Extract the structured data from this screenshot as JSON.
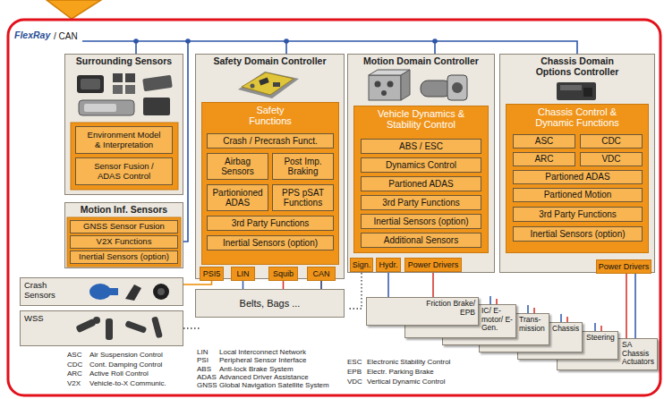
{
  "diagram": {
    "nodes": [
      {
        "text": [
          "Surrounding Sensors"
        ]
      },
      {
        "text": [
          "Environment Model & Interpretation"
        ],
        "in": 0
      },
      {
        "text": [
          "Sensor Fusion / ADAS Control"
        ],
        "in": 0
      },
      {
        "text": [
          "Motion Inf. Sensors"
        ]
      },
      {
        "text": [
          "GNSS Sensor Fusion"
        ],
        "in": 3
      },
      {
        "text": [
          "V2X Functions"
        ],
        "in": 3
      },
      {
        "text": [
          "Inertial Sensors (option)"
        ],
        "in": 3
      },
      {
        "text": [
          "Crash Sensors"
        ]
      },
      {
        "text": [
          "WSS"
        ]
      },
      {
        "text": [
          "Safety Domain Controller"
        ]
      },
      {
        "text": [
          "Safety Functions"
        ],
        "in": 9
      },
      {
        "text": [
          "Crash / Precrash Funct."
        ],
        "in": 10
      },
      {
        "text": [
          "Airbag Sensors"
        ],
        "in": 10
      },
      {
        "text": [
          "Post Imp. Braking"
        ],
        "in": 10
      },
      {
        "text": [
          "Partionioned ADAS"
        ],
        "in": 10
      },
      {
        "text": [
          "PPS pSAT Functions"
        ],
        "in": 10
      },
      {
        "text": [
          "3rd Party Functions"
        ],
        "in": 10
      },
      {
        "text": [
          "Inertial Sensors (option)"
        ],
        "in": 10
      },
      {
        "text": [
          "PSI5"
        ],
        "in": 9
      },
      {
        "text": [
          "LIN"
        ],
        "in": 9
      },
      {
        "text": [
          "Squib"
        ],
        "in": 9
      },
      {
        "text": [
          "CAN"
        ],
        "in": 9
      },
      {
        "text": [
          "Belts, Bags ..."
        ]
      },
      {
        "text": [
          "Motion Domain Controller"
        ]
      },
      {
        "text": [
          "Vehicle Dynamics & Stability Control"
        ],
        "in": 23
      },
      {
        "text": [
          "ABS / ESC"
        ],
        "in": 24
      },
      {
        "text": [
          "Dynamics Control"
        ],
        "in": 24
      },
      {
        "text": [
          "Partioned ADAS"
        ],
        "in": 24
      },
      {
        "text": [
          "3rd Party Functions"
        ],
        "in": 24
      },
      {
        "text": [
          "Inertial Sensors (option)"
        ],
        "in": 24
      },
      {
        "text": [
          "Additional Sensors"
        ],
        "in": 24
      },
      {
        "text": [
          "Sign."
        ],
        "in": 23
      },
      {
        "text": [
          "Hydr."
        ],
        "in": 23
      },
      {
        "text": [
          "Power Drivers"
        ],
        "in": 23
      },
      {
        "text": [
          "Chassis Domain Options Controller"
        ]
      },
      {
        "text": [
          "Chassis Control & Dynamic Functions"
        ],
        "in": 34
      },
      {
        "text": [
          "ASC"
        ],
        "in": 35
      },
      {
        "text": [
          "CDC"
        ],
        "in": 35
      },
      {
        "text": [
          "ARC"
        ],
        "in": 35
      },
      {
        "text": [
          "VDC"
        ],
        "in": 35
      },
      {
        "text": [
          "Partioned ADAS"
        ],
        "in": 35
      },
      {
        "text": [
          "Partioned Motion"
        ],
        "in": 35
      },
      {
        "text": [
          "3rd Party Functions"
        ],
        "in": 35
      },
      {
        "text": [
          "Inertial Sensors (option)"
        ],
        "in": 35
      },
      {
        "text": [
          "Power Drivers"
        ],
        "in": 34
      },
      {
        "text": [
          "Friction Brake/ EPB"
        ]
      },
      {
        "text": [
          "IC/ E-motor/ E-Gen."
        ]
      },
      {
        "text": [
          "Trans- mission"
        ]
      },
      {
        "text": [
          "Chassis"
        ]
      },
      {
        "text": [
          "Steering"
        ]
      },
      {
        "text": [
          "SA Chassis Actuators"
        ]
      }
    ],
    "edges": [
      {
        "from": 7,
        "to": 18,
        "arrow": "none"
      },
      {
        "from": 19,
        "to": 22,
        "arrow": "none"
      },
      {
        "from": 20,
        "to": 22,
        "arrow": "none"
      },
      {
        "from": 21,
        "to": 22,
        "arrow": "none"
      },
      {
        "from": 32,
        "to": 45,
        "arrow": "none"
      },
      {
        "from": 33,
        "to": 45,
        "arrow": "none"
      },
      {
        "from": 44,
        "to": 50,
        "arrow": "none"
      },
      {
        "from": 44,
        "to": 50,
        "arrow": "none"
      }
    ],
    "labels": [
      "FlexRay",
      "/ CAN",
      "ASC",
      "Air Suspension Control",
      "CDC",
      "Cont. Damping Control",
      "ARC",
      "Active Roll Control",
      "V2X",
      "Vehicle-to-X Communic.",
      "LIN",
      "Local Interconnect Network",
      "PSI",
      "Peripheral Sensor Interface",
      "ABS",
      "Anti-lock Brake System",
      "ADAS",
      "Advanced Driver Assistance",
      "GNSS",
      "Global Navigation Satellite System",
      "ESC",
      "Electronic Stability Control",
      "EPB",
      "Electr. Parking Brake",
      "VDC",
      "Vertical Dynamic Control"
    ]
  }
}
